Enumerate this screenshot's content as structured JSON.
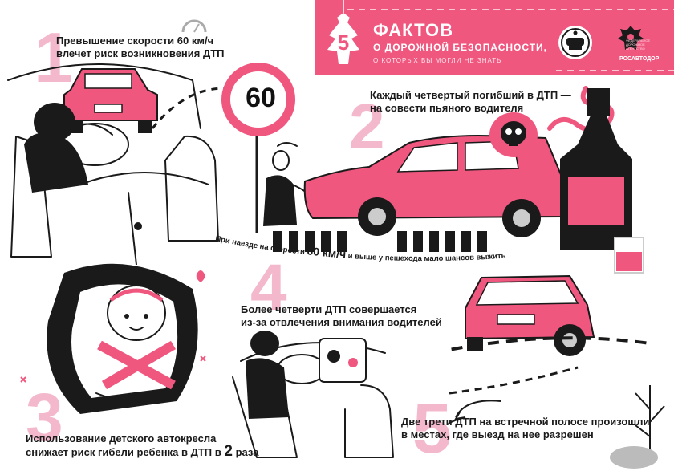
{
  "banner": {
    "number": "5",
    "title": "ФАКТОВ",
    "subtitle": "О ДОРОЖНОЙ БЕЗОПАСНОСТИ,",
    "tagline": "О КОТОРЫХ ВЫ МОГЛИ НЕ ЗНАТЬ",
    "logo_emblem": "traffic-police-emblem",
    "logo_agency": "РОСАВТОДОР",
    "logo_agency_tiny": "ФЕДЕРАЛЬНОЕ ДОРОЖНОЕ АГЕНТСТВО"
  },
  "speed_sign": {
    "value": "60"
  },
  "facts": [
    {
      "number": "1",
      "lines": [
        "Превышение скорости 60 км/ч",
        "влечет риск возникновения ДТП"
      ]
    },
    {
      "number": "2",
      "lines": [
        "Каждый четвертый погибший в ДТП —",
        "на совести пьяного водителя"
      ]
    },
    {
      "number": "3",
      "lines": [
        "Использование детского автокресла",
        "снижает риск гибели ребенка в ДТП в"
      ],
      "emphasis": "2",
      "suffix": "раза"
    },
    {
      "number": "4",
      "lines": [
        "Более четверти ДТП совершается",
        "из-за отвлечения внимания водителей"
      ]
    },
    {
      "number": "5",
      "lines": [
        "Две трети ДТП на встречной полосе произошли",
        "в местах, где выезд на нее разрешен"
      ]
    }
  ],
  "pedestrian_note": {
    "prefix": "При наезде на скорости",
    "emphasis": "60 км/ч",
    "suffix": "и выше у пешехода мало шансов выжить"
  },
  "colors": {
    "accent": "#f0577f",
    "pale_number": "#f4b8cc",
    "ink": "#1a1a1a"
  },
  "icons": [
    "gauge-icon",
    "air-freshener-icon",
    "skull-icon",
    "heart-icon",
    "plant-icon"
  ]
}
